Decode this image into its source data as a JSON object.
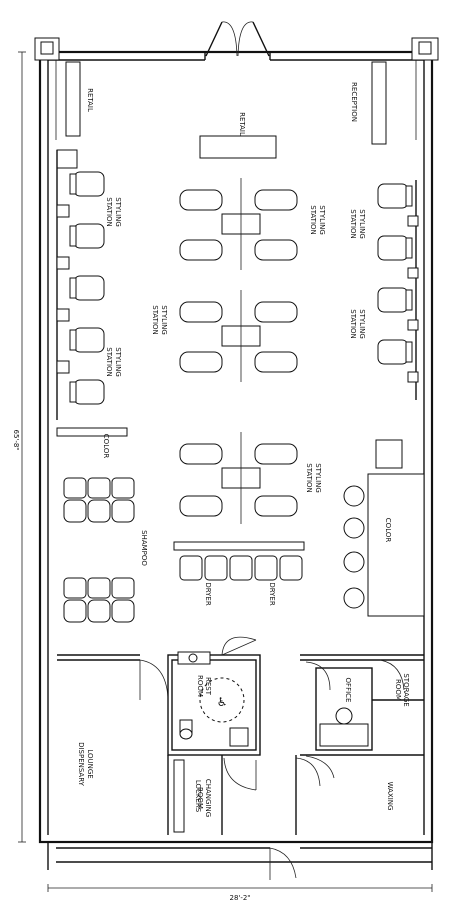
{
  "labels": {
    "retail_left": "RETAIL",
    "retail_center": "RETAIL",
    "reception": "RECEPTION",
    "styling_station": "STYLING\nSTATION",
    "color_left": "COLOR",
    "color_right": "COLOR",
    "shampoo": "SHAMPOO",
    "dryer": "DRYER",
    "rest_room": "REST\nROOM",
    "office": "OFFICE",
    "storage_room": "STORAGE\nROOM",
    "lounge_dispensary": "LOUNGE\nDISPENSARY",
    "lockers": "LOCKERS",
    "changing_room": "CHANGING\nROOM",
    "waxing": "WAXING",
    "accessible_symbol": "♿"
  },
  "dimensions": {
    "length": "65'-8\"",
    "width": "28'-2\""
  }
}
